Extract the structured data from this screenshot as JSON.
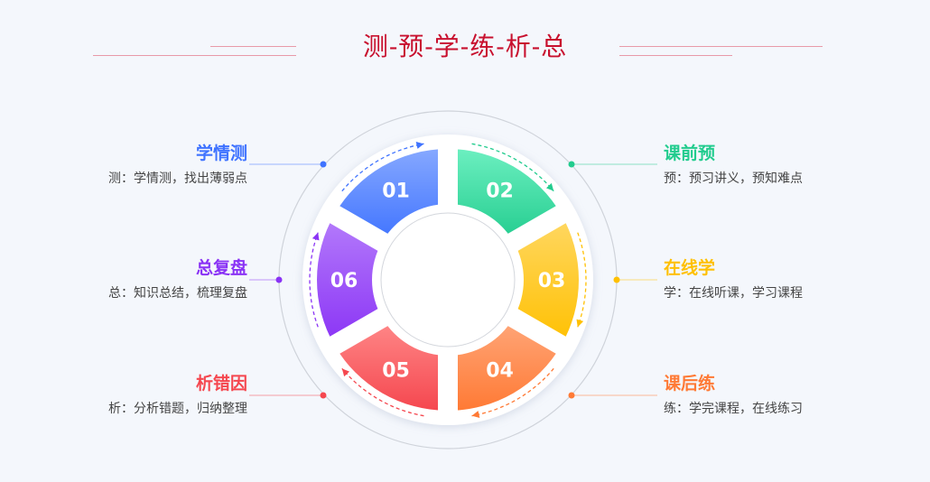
{
  "title": "测-预-学-练-析-总",
  "steps": [
    {
      "num": "01",
      "title": "学情测",
      "desc": "测：学情测，找出薄弱点",
      "color": "#3f73ff",
      "light": "#86a8ff"
    },
    {
      "num": "02",
      "title": "课前预",
      "desc": "预：预习讲义，预知难点",
      "color": "#22cc8e",
      "light": "#6cefc0"
    },
    {
      "num": "03",
      "title": "在线学",
      "desc": "学：在线听课，学习课程",
      "color": "#ffc000",
      "light": "#ffd865"
    },
    {
      "num": "04",
      "title": "课后练",
      "desc": "练：学完课程，在线练习",
      "color": "#ff7a35",
      "light": "#ffa77a"
    },
    {
      "num": "05",
      "title": "析错因",
      "desc": "析：分析错题，归纳整理",
      "color": "#f5474f",
      "light": "#ff8a8a"
    },
    {
      "num": "06",
      "title": "总复盘",
      "desc": "总：知识总结，梳理复盘",
      "color": "#8a33f5",
      "light": "#b57dfb"
    }
  ]
}
